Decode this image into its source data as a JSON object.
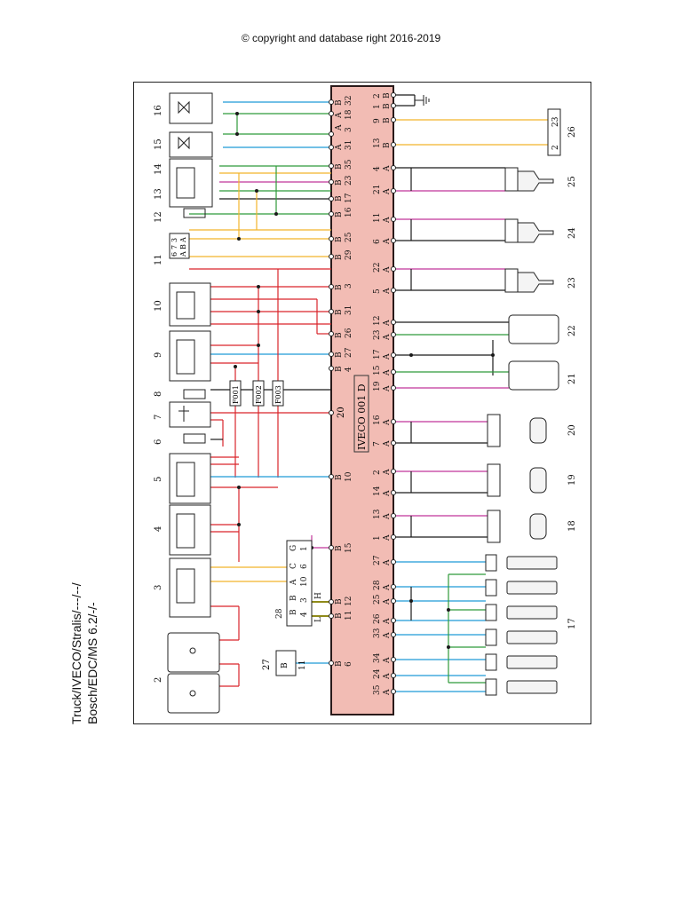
{
  "header": {
    "copyright": "© copyright and database right 2016-2019"
  },
  "footer": {
    "line1": "Truck/IVECO/Stralis/---/--/",
    "line2": "Bosch/EDC/MS 6.2/-/-"
  },
  "ecu": {
    "label": "IVECO 001 D",
    "pin": "20"
  },
  "connector_28": {
    "name": "28",
    "h": "H",
    "l": "L",
    "letters": [
      "G",
      "C",
      "A",
      "B",
      "B"
    ],
    "pins": [
      "1",
      "6",
      "10",
      "3",
      "4"
    ]
  },
  "fuses": [
    "F001",
    "F002",
    "F003"
  ],
  "components_left": [
    "16",
    "15",
    "14",
    "13",
    "12",
    "11",
    "10",
    "9",
    "8",
    "7",
    "6",
    "5",
    "4",
    "3",
    "2"
  ],
  "components_right": [
    "26",
    "25",
    "24",
    "23",
    "22",
    "21",
    "20",
    "19",
    "18",
    "17"
  ],
  "component_27": {
    "name": "27",
    "letter": "B",
    "pin": "11"
  },
  "comp_26": {
    "top": "23",
    "bottom": "2"
  },
  "comp_11": {
    "pins": [
      "3",
      "7",
      "6"
    ],
    "letters": [
      "A",
      "B",
      "A"
    ]
  },
  "top_pins": {
    "left_side": [
      {
        "l": "B",
        "n": "32"
      },
      {
        "l": "A",
        "n": "18"
      },
      {
        "l": "A",
        "n": "3"
      },
      {
        "l": "A",
        "n": "31"
      },
      {
        "l": "B",
        "n": "35"
      },
      {
        "l": "B",
        "n": "23"
      },
      {
        "l": "B",
        "n": "17"
      },
      {
        "l": "B",
        "n": "16"
      },
      {
        "l": "B",
        "n": "25"
      },
      {
        "l": "B",
        "n": "29"
      },
      {
        "l": "B",
        "n": "3"
      },
      {
        "l": "B",
        "n": "31"
      },
      {
        "l": "B",
        "n": "26"
      },
      {
        "l": "B",
        "n": "27"
      },
      {
        "l": "B",
        "n": "4"
      }
    ],
    "right_side": [
      {
        "l": "B",
        "n": "2"
      },
      {
        "l": "B",
        "n": "1"
      },
      {
        "l": "B",
        "n": "9"
      },
      {
        "l": "B",
        "n": "13"
      },
      {
        "l": "A",
        "n": "4"
      },
      {
        "l": "A",
        "n": "21"
      },
      {
        "l": "A",
        "n": "11"
      },
      {
        "l": "A",
        "n": "6"
      },
      {
        "l": "A",
        "n": "22"
      },
      {
        "l": "A",
        "n": "5"
      },
      {
        "l": "A",
        "n": "12"
      },
      {
        "l": "A",
        "n": "23"
      },
      {
        "l": "A",
        "n": "17"
      },
      {
        "l": "A",
        "n": "15"
      },
      {
        "l": "A",
        "n": "19"
      },
      {
        "l": "A",
        "n": "16"
      },
      {
        "l": "A",
        "n": "7"
      },
      {
        "l": "A",
        "n": "2"
      },
      {
        "l": "A",
        "n": "14"
      },
      {
        "l": "A",
        "n": "13"
      },
      {
        "l": "A",
        "n": "1"
      },
      {
        "l": "A",
        "n": "27"
      },
      {
        "l": "A",
        "n": "28"
      },
      {
        "l": "A",
        "n": "25"
      },
      {
        "l": "A",
        "n": "26"
      },
      {
        "l": "A",
        "n": "33"
      },
      {
        "l": "A",
        "n": "34"
      },
      {
        "l": "A",
        "n": "24"
      },
      {
        "l": "A",
        "n": "35"
      }
    ],
    "bottom_left": [
      {
        "l": "B",
        "n": "10"
      },
      {
        "l": "B",
        "n": "15"
      },
      {
        "l": "B",
        "n": "12"
      },
      {
        "l": "B",
        "n": "11"
      },
      {
        "l": "B",
        "n": "6"
      }
    ]
  },
  "colors": {
    "ecu_fill": "#f2bcb4",
    "red": "#d9252b",
    "blue": "#1f9bd7",
    "yellow": "#f2b52a",
    "green": "#2e9a3a",
    "pink": "#c0359a",
    "black": "#1a1a1a",
    "olive": "#8f8a1a"
  }
}
